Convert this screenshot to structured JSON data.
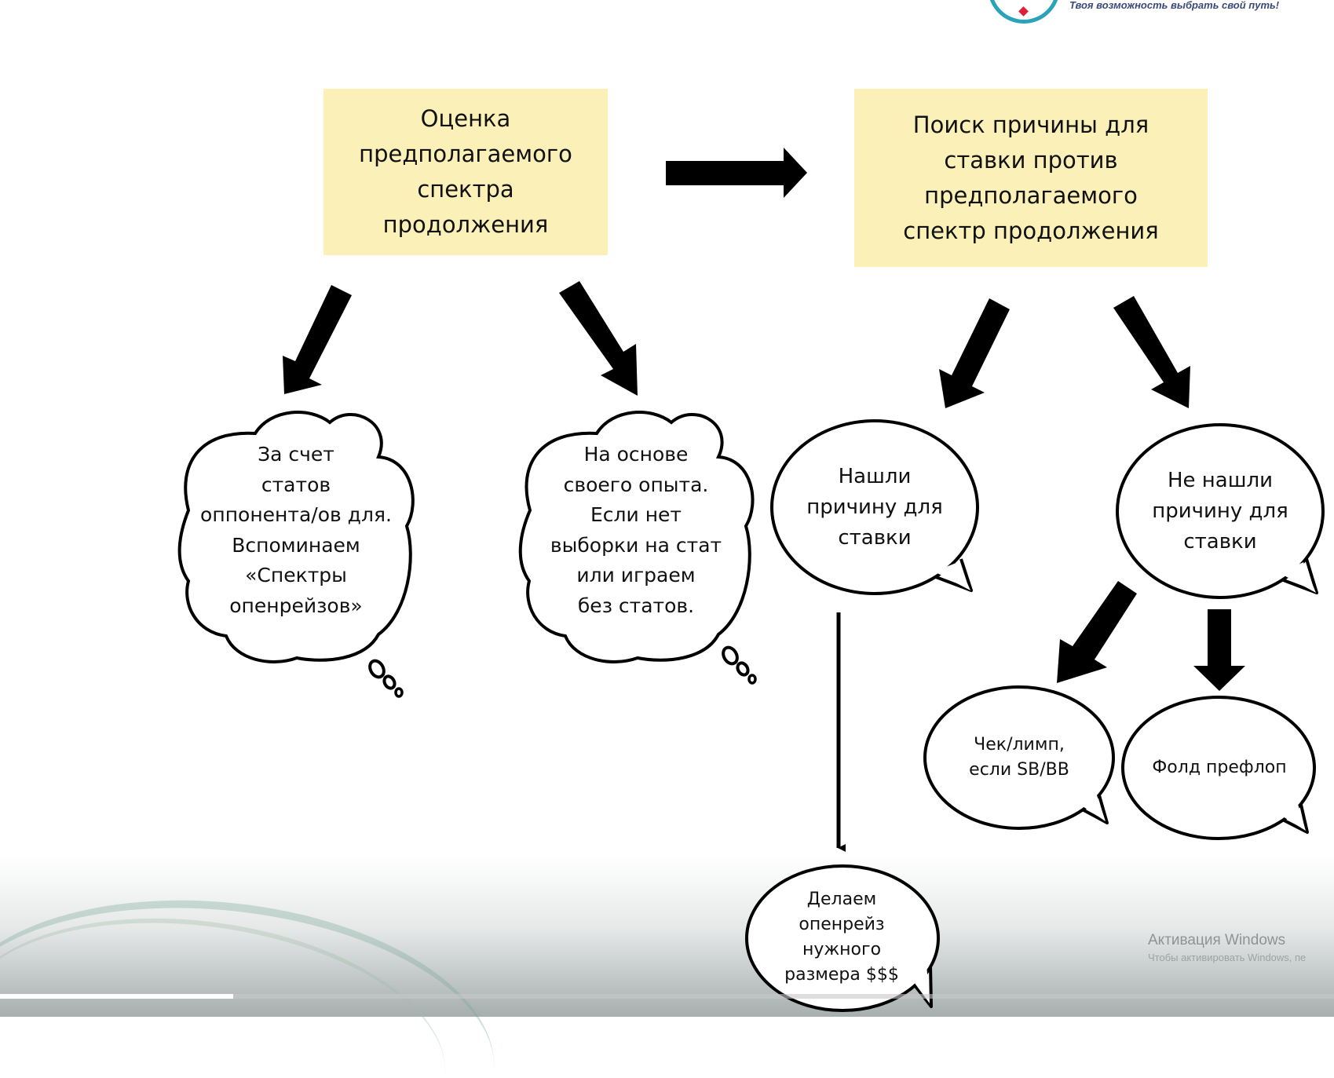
{
  "logo": {
    "tagline": "Твоя возможность выбрать свой путь!",
    "accent_color": "#2aa3b8",
    "heart_color": "#e0203a"
  },
  "boxes": {
    "left": "Оценка\nпредполагаемого\nспектра\nпродолжения",
    "right": "Поиск причины для\nставки против\nпредполагаемого\nспектр продолжения",
    "fill_color": "#fbf1b8"
  },
  "bubbles": {
    "stats": "За счет\nстатов\nоппонента/ов для.\nВспоминаем\n«Спектры\nопенрейзов»",
    "experience": "На основе\nсвоего опыта.\nЕсли нет\nвыборки на стат\nили играем\nбез статов.",
    "found": "Нашли\nпричину для\nставки",
    "not_found": "Не нашли\nпричину для\nставки",
    "check_limp": "Чек/лимп,\nесли SB/BB",
    "fold": "Фолд префлоп",
    "openraise": "Делаем\nопенрейз\nнужного\nразмера $$$"
  },
  "watermark": {
    "title": "Активация Windows",
    "subtitle": "Чтобы активировать Windows, пе"
  },
  "video": {
    "progress": 0.175
  }
}
